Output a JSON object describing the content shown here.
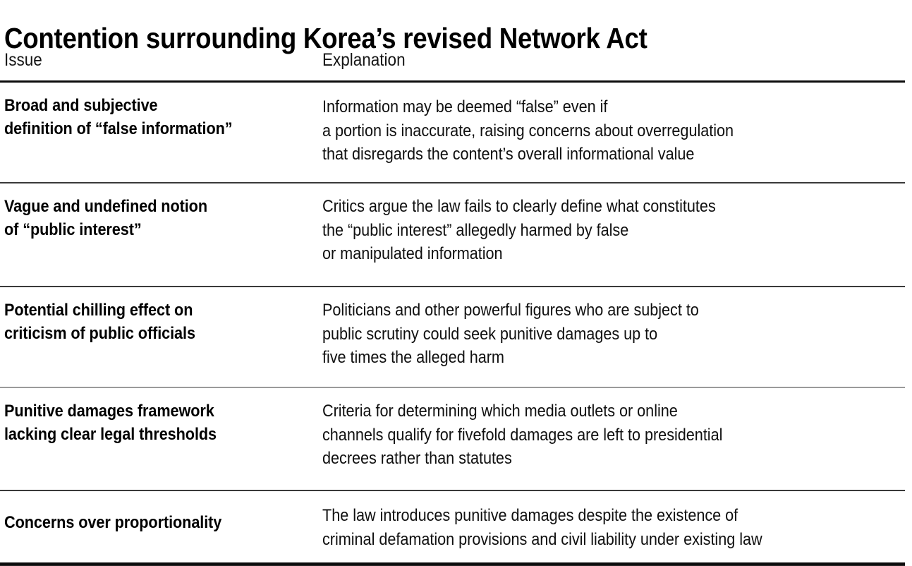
{
  "document": {
    "title": "Contention surrounding Korea’s revised Network Act"
  },
  "table": {
    "columns": [
      {
        "key": "issue",
        "header": "Issue"
      },
      {
        "key": "explanation",
        "header": "Explanation"
      }
    ],
    "rows": [
      {
        "issue": "Broad and subjective\ndefinition of “false information”",
        "explanation": "Information may be deemed “false” even if\na portion is inaccurate, raising concerns about overregulation\nthat disregards the content’s overall informational value"
      },
      {
        "issue": "Vague and undefined notion\nof “public interest”",
        "explanation": "Critics argue the law fails to clearly define what constitutes\nthe “public interest” allegedly harmed by false\nor manipulated information"
      },
      {
        "issue": "Potential chilling effect on\ncriticism of public officials",
        "explanation": "Politicians and other powerful figures who are subject to\npublic scrutiny could seek punitive damages up to\nfive times the alleged harm"
      },
      {
        "issue": "Punitive damages framework\nlacking clear legal thresholds",
        "explanation": "Criteria for determining which media outlets or online\nchannels qualify for fivefold damages are left to presidential\ndecrees rather than statutes"
      },
      {
        "issue": "Concerns over proportionality",
        "explanation": "The law introduces punitive damages despite the existence of\ncriminal defamation provisions and civil liability under existing law"
      }
    ]
  },
  "style": {
    "background": "#ffffff",
    "text_color": "#0a0a0a",
    "rule_strong": "#0c0c0c",
    "rule_weak": "#9a9a9a"
  }
}
